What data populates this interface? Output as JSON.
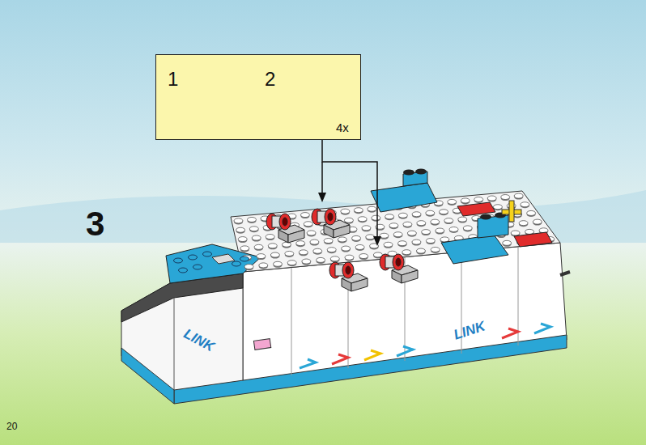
{
  "diagram": {
    "nodes": [
      {
        "text": [
          "1",
          "2",
          "4x"
        ]
      }
    ],
    "labels": [
      "3",
      "20",
      "LINK",
      "LINK"
    ]
  }
}
